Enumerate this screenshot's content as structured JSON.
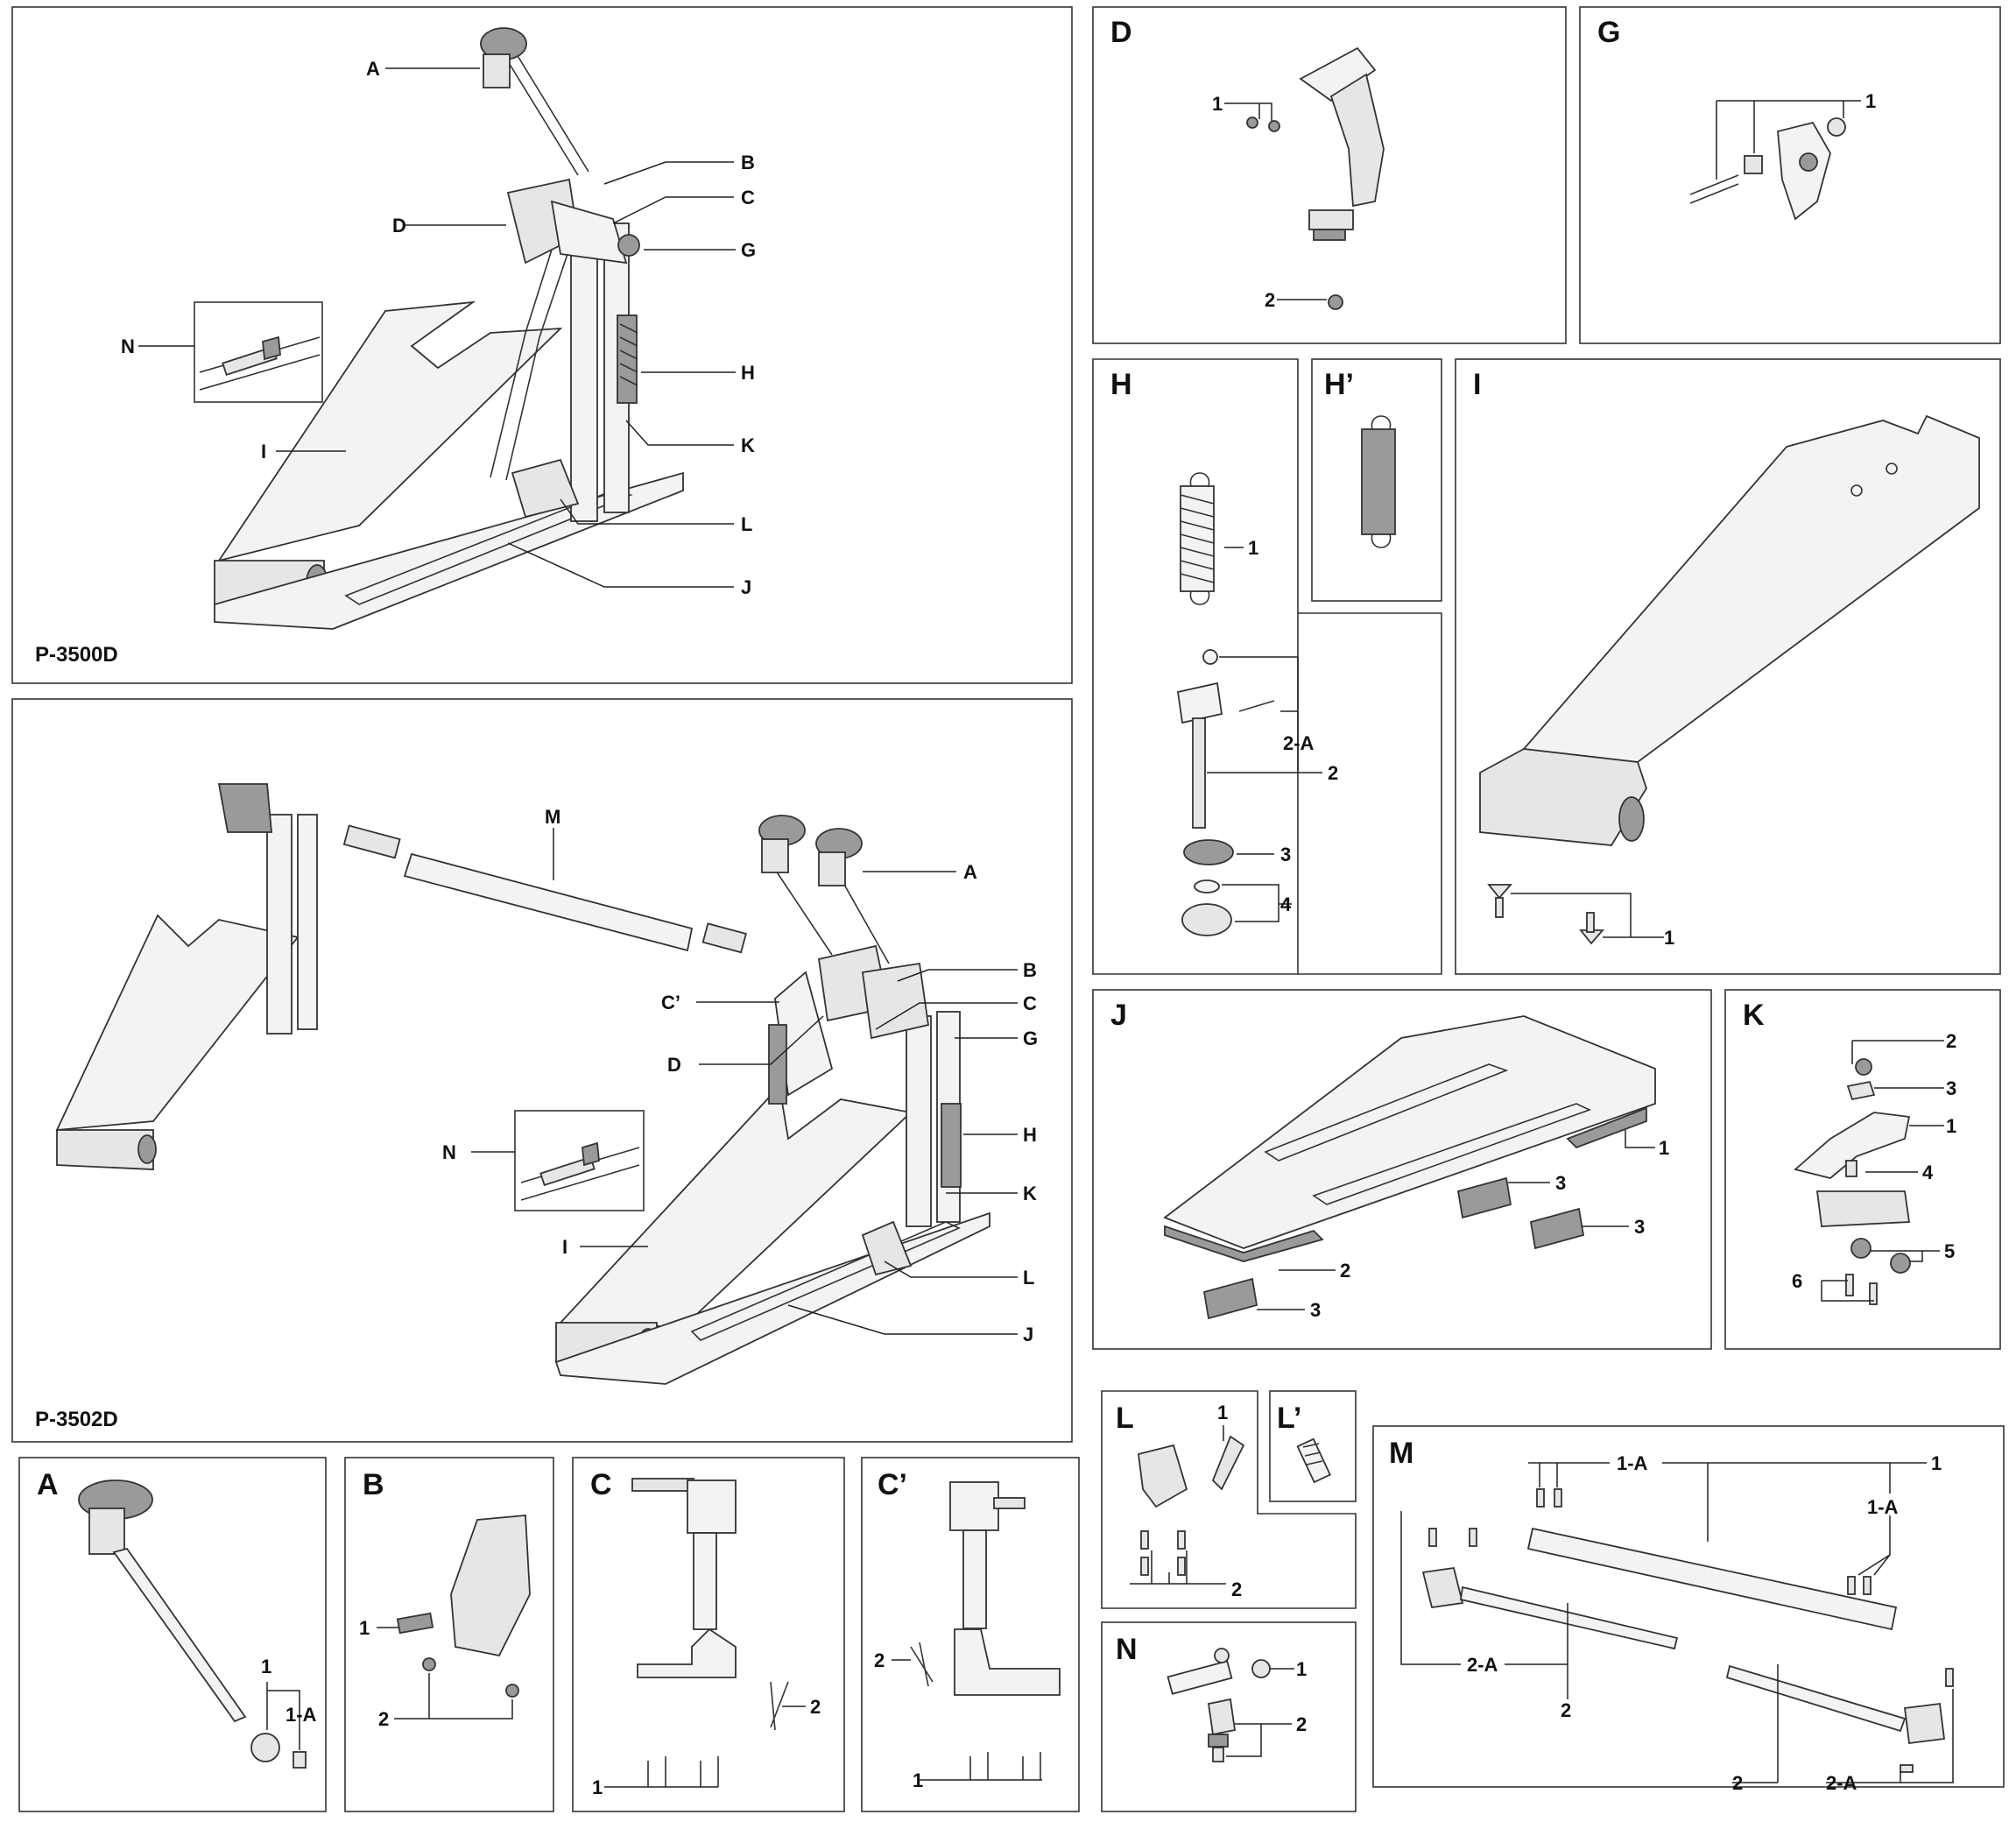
{
  "panels": {
    "p3500": {
      "callouts": {
        "a": "A",
        "b": "B",
        "c": "C",
        "d": "D",
        "g": "G",
        "h": "H",
        "k": "K",
        "l": "L",
        "i": "I",
        "j": "J",
        "n": "N"
      },
      "model": "P-3500D"
    },
    "p3502": {
      "callouts": {
        "m": "M",
        "a": "A",
        "b": "B",
        "cprime": "C’",
        "c": "C",
        "g": "G",
        "d": "D",
        "h": "H",
        "n": "N",
        "k": "K",
        "i": "I",
        "l": "L",
        "j": "J"
      },
      "model": "P-3502D"
    },
    "d": {
      "title": "D",
      "labels": [
        "1",
        "2"
      ]
    },
    "g": {
      "title": "G",
      "labels": [
        "1"
      ]
    },
    "h": {
      "title": "H",
      "labels": [
        "1",
        "2-A",
        "2",
        "3",
        "4"
      ]
    },
    "hprime": {
      "title": "H’"
    },
    "i": {
      "title": "I",
      "labels": [
        "1"
      ]
    },
    "j": {
      "title": "J",
      "labels": [
        "1",
        "3",
        "3",
        "2",
        "3"
      ]
    },
    "k": {
      "title": "K",
      "labels": [
        "2",
        "3",
        "1",
        "4",
        "5",
        "6"
      ]
    },
    "a": {
      "title": "A",
      "labels": [
        "1",
        "1-A"
      ]
    },
    "b": {
      "title": "B",
      "labels": [
        "1",
        "2"
      ]
    },
    "c": {
      "title": "C",
      "labels": [
        "2",
        "1"
      ]
    },
    "cprime": {
      "title": "C’",
      "labels": [
        "2",
        "1"
      ]
    },
    "l": {
      "title": "L",
      "labels": [
        "1",
        "2"
      ]
    },
    "lprime": {
      "title": "L’"
    },
    "n": {
      "title": "N",
      "labels": [
        "1",
        "2"
      ]
    },
    "m": {
      "title": "M",
      "labels": [
        "1-A",
        "1",
        "1-A",
        "2-A",
        "2",
        "2",
        "2-A"
      ]
    }
  }
}
